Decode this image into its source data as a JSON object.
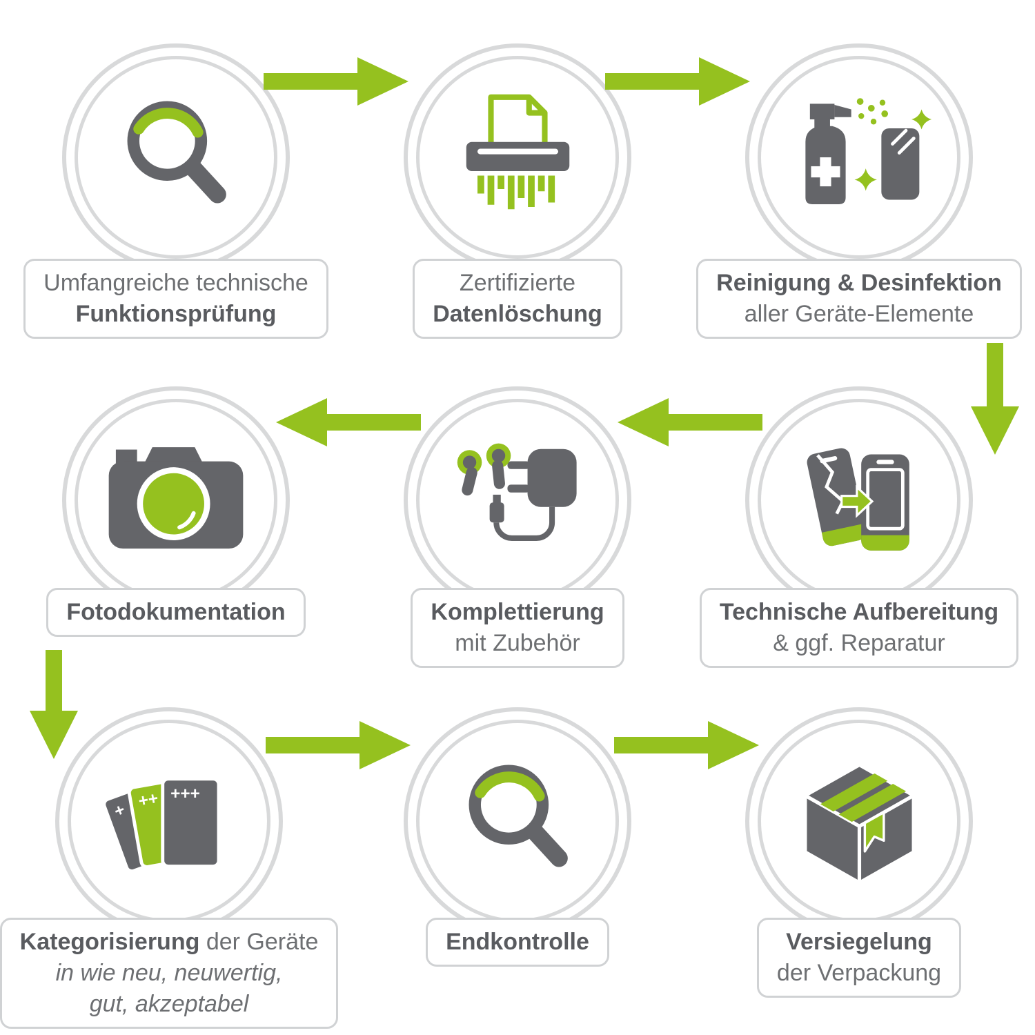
{
  "diagram": {
    "language": "de",
    "theme_colors": {
      "green": "#95c11f",
      "gray": "#646569",
      "ring_gray": "#d8d9da",
      "box_border": "#d0d2d4",
      "text": "#6d6f72"
    },
    "flow": "1>2>3 down 4>5>6 down 7>8>9"
  },
  "steps": [
    {
      "icon": "magnifier-icon",
      "line1": "Umfangreiche technische",
      "line2": "Funktionsprüfung"
    },
    {
      "icon": "shredder-icon",
      "line1": "Zertifizierte",
      "line2": "Datenlöschung"
    },
    {
      "icon": "spray-disinfection-icon",
      "line1": "Reinigung & Desinfektion",
      "line2": "aller Geräte-Elemente"
    },
    {
      "icon": "smartphones-repair-icon",
      "line1": "Technische Aufbereitung",
      "line2": "& ggf. Reparatur"
    },
    {
      "icon": "charger-earbuds-icon",
      "line1": "Komplettierung",
      "line2": "mit Zubehör"
    },
    {
      "icon": "camera-icon",
      "line1": "Fotodokumentation"
    },
    {
      "icon": "grading-cards-icon",
      "line1_bold": "Kategorisierung",
      "line1_rest": " der Geräte",
      "line2": "in wie neu, neuwertig,",
      "line3": "gut, akzeptabel",
      "marks": {
        "m1": "+",
        "m2": "++",
        "m3": "+++"
      }
    },
    {
      "icon": "magnifier-icon",
      "line1": "Endkontrolle"
    },
    {
      "icon": "sealed-package-icon",
      "line1": "Versiegelung",
      "line2": "der Verpackung"
    }
  ]
}
